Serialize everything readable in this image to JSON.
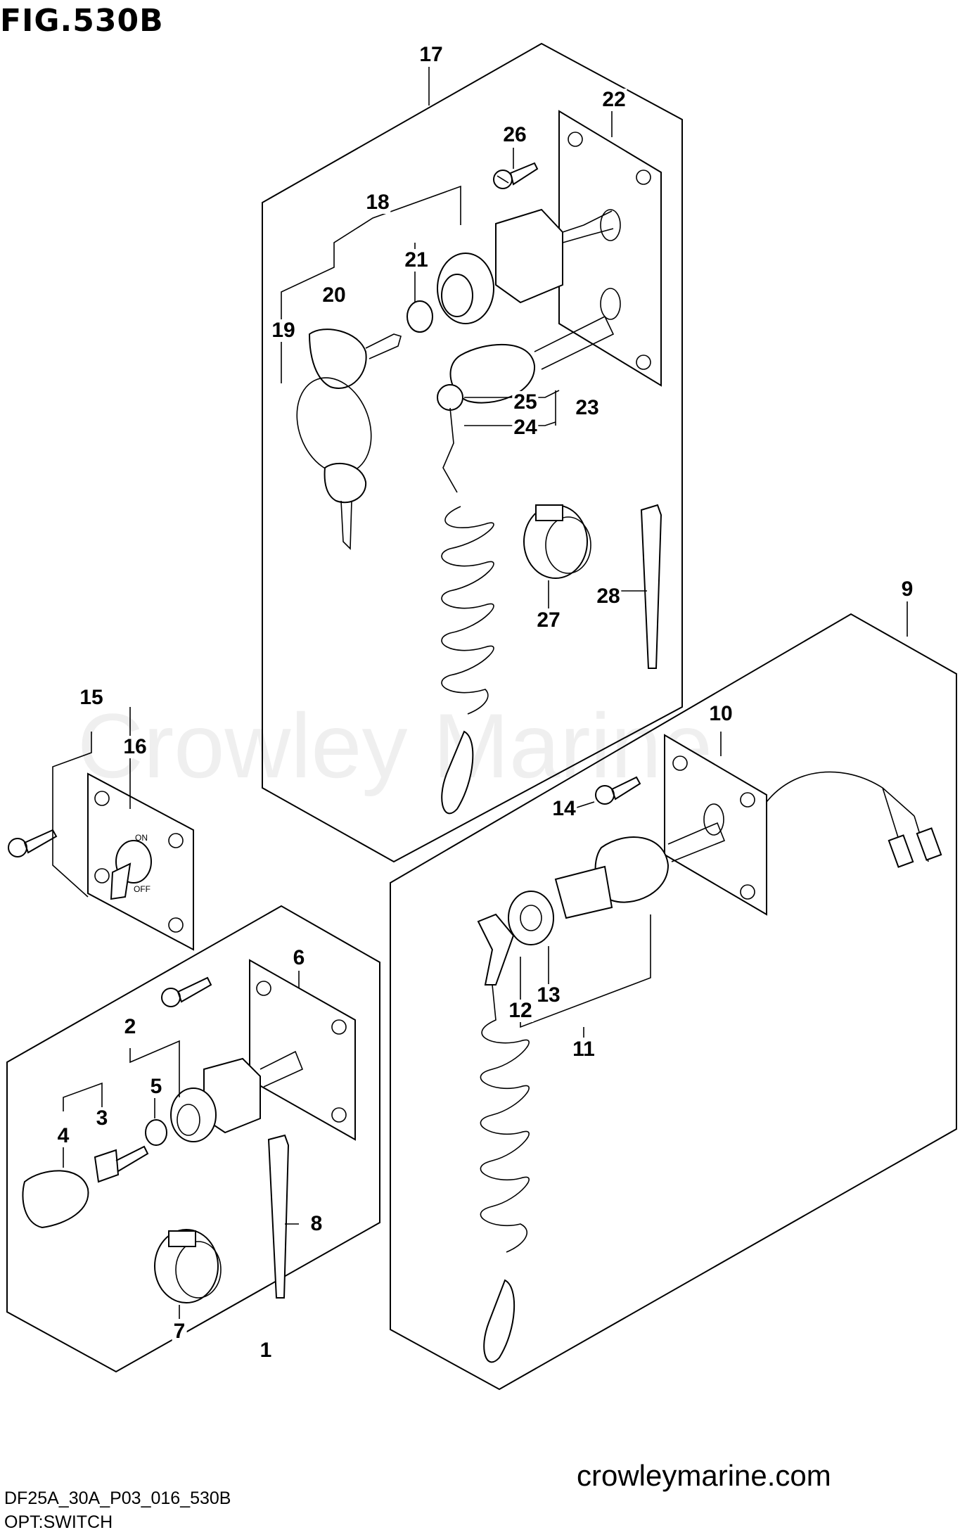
{
  "figure": {
    "title": "FIG.530B",
    "watermark": "Crowley Marine",
    "website": "crowleymarine.com",
    "diagram_code": "DF25A_30A_P03_016_530B",
    "section": "OPT:SWITCH"
  },
  "callouts": [
    {
      "id": "1",
      "label": "1"
    },
    {
      "id": "2",
      "label": "2"
    },
    {
      "id": "3",
      "label": "3"
    },
    {
      "id": "4",
      "label": "4"
    },
    {
      "id": "5",
      "label": "5"
    },
    {
      "id": "6",
      "label": "6"
    },
    {
      "id": "7",
      "label": "7"
    },
    {
      "id": "8",
      "label": "8"
    },
    {
      "id": "9",
      "label": "9"
    },
    {
      "id": "10",
      "label": "10"
    },
    {
      "id": "11",
      "label": "11"
    },
    {
      "id": "12",
      "label": "12"
    },
    {
      "id": "13",
      "label": "13"
    },
    {
      "id": "14",
      "label": "14"
    },
    {
      "id": "15",
      "label": "15"
    },
    {
      "id": "16",
      "label": "16"
    },
    {
      "id": "17",
      "label": "17"
    },
    {
      "id": "18",
      "label": "18"
    },
    {
      "id": "19",
      "label": "19"
    },
    {
      "id": "20",
      "label": "20"
    },
    {
      "id": "21",
      "label": "21"
    },
    {
      "id": "22",
      "label": "22"
    },
    {
      "id": "23",
      "label": "23"
    },
    {
      "id": "24",
      "label": "24"
    },
    {
      "id": "25",
      "label": "25"
    },
    {
      "id": "26",
      "label": "26"
    },
    {
      "id": "27",
      "label": "27"
    },
    {
      "id": "28",
      "label": "28"
    }
  ],
  "switch_markings": {
    "on": "ON",
    "off": "OFF"
  }
}
